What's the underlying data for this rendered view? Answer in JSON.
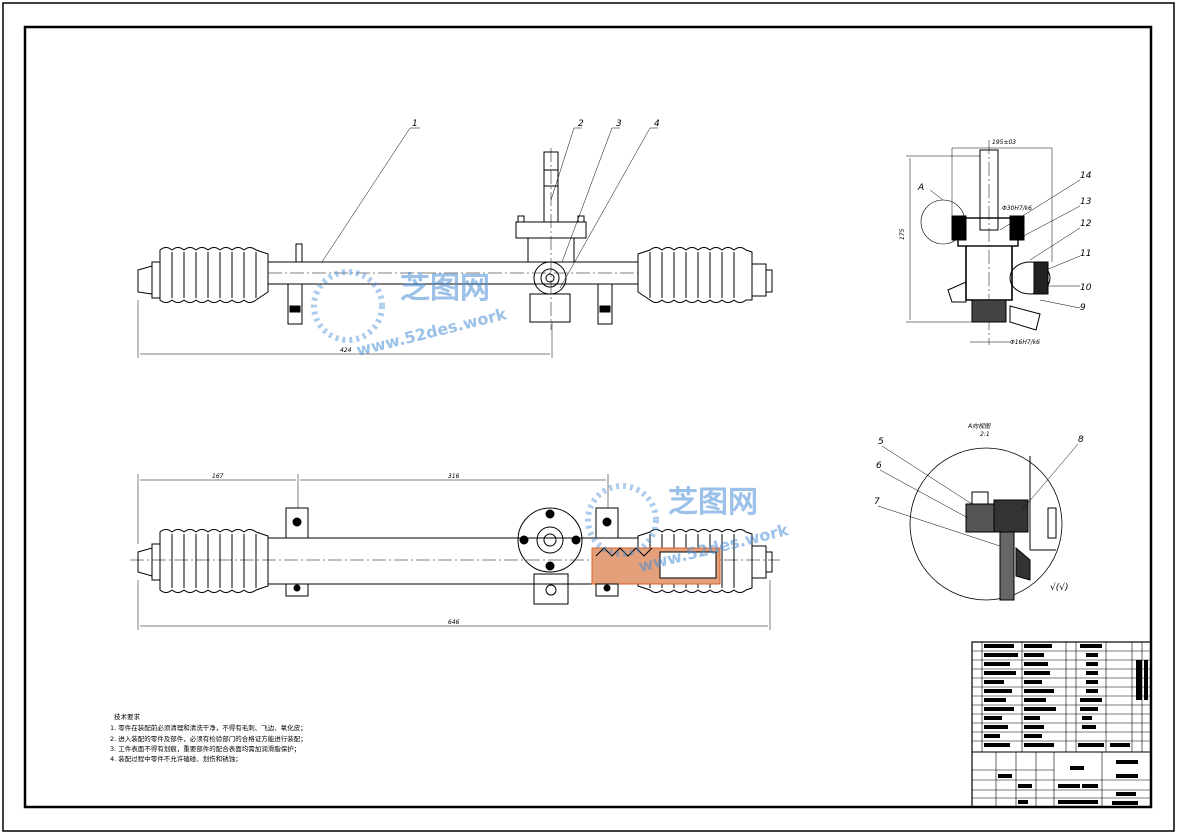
{
  "parts": {
    "front": [
      "1",
      "2",
      "3",
      "4"
    ],
    "side": [
      "14",
      "13",
      "12",
      "11",
      "10",
      "9"
    ],
    "detail": [
      "5",
      "6",
      "7",
      "8"
    ]
  },
  "detail_label": "A",
  "detail_title": "A向视图",
  "detail_scale": "2:1",
  "dimensions": {
    "front_half_length": "424",
    "top_left": "167",
    "top_mid": "316",
    "overall": "646",
    "side_width": "195±03",
    "side_height": "175",
    "side_fit_top": "Φ30H7/k6",
    "side_fit_bottom": "Φ16H7/k6"
  },
  "tech_req": {
    "title": "技术要求",
    "items": [
      "1. 零件在装配前必须清理和清洗干净，不得有毛刺、飞边、氧化皮；",
      "2. 进入装配的零件及部件，必须有检验部门的合格证方能进行装配；",
      "3. 工件表面不得有划痕，重要部件的配合表面均需加润滑脂保护；",
      "4. 装配过程中零件不允许磕碰、划伤和锈蚀；"
    ]
  },
  "roughness": "√(√)",
  "watermark": {
    "brand": "芝图网",
    "url": "www.52des.work"
  },
  "colors": {
    "line": "#000000",
    "watermark": "#4a8fd6",
    "section": "#d9622b"
  }
}
